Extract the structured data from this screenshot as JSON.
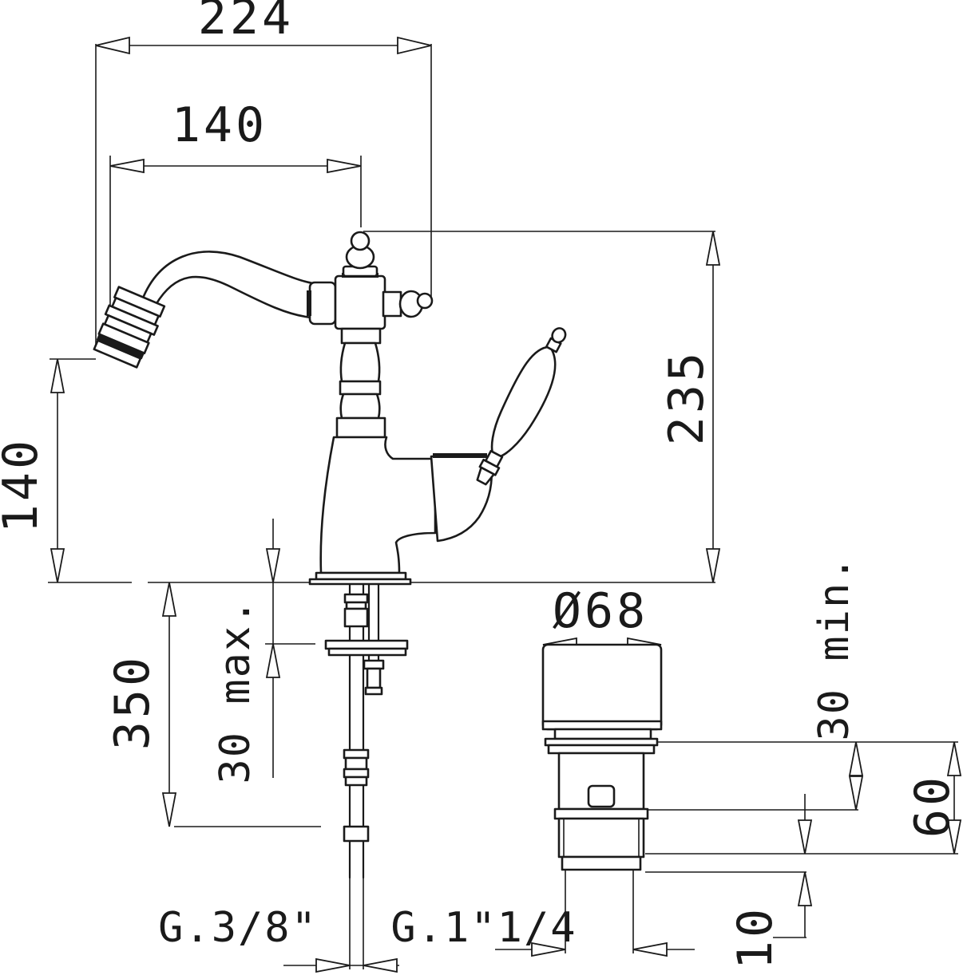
{
  "drawing": {
    "dimensions": {
      "overall_reach": "224",
      "spout_reach": "140",
      "overall_height": "235",
      "outlet_height": "140",
      "hose_length": "350",
      "deck_thickness": "30 max.",
      "waste_diameter": "Ø68",
      "waste_clearance": "30 min.",
      "waste_height": "60",
      "waste_thread_length": "10",
      "hose_thread": "G.3/8\"",
      "waste_thread": "G.1\"1/4"
    }
  }
}
